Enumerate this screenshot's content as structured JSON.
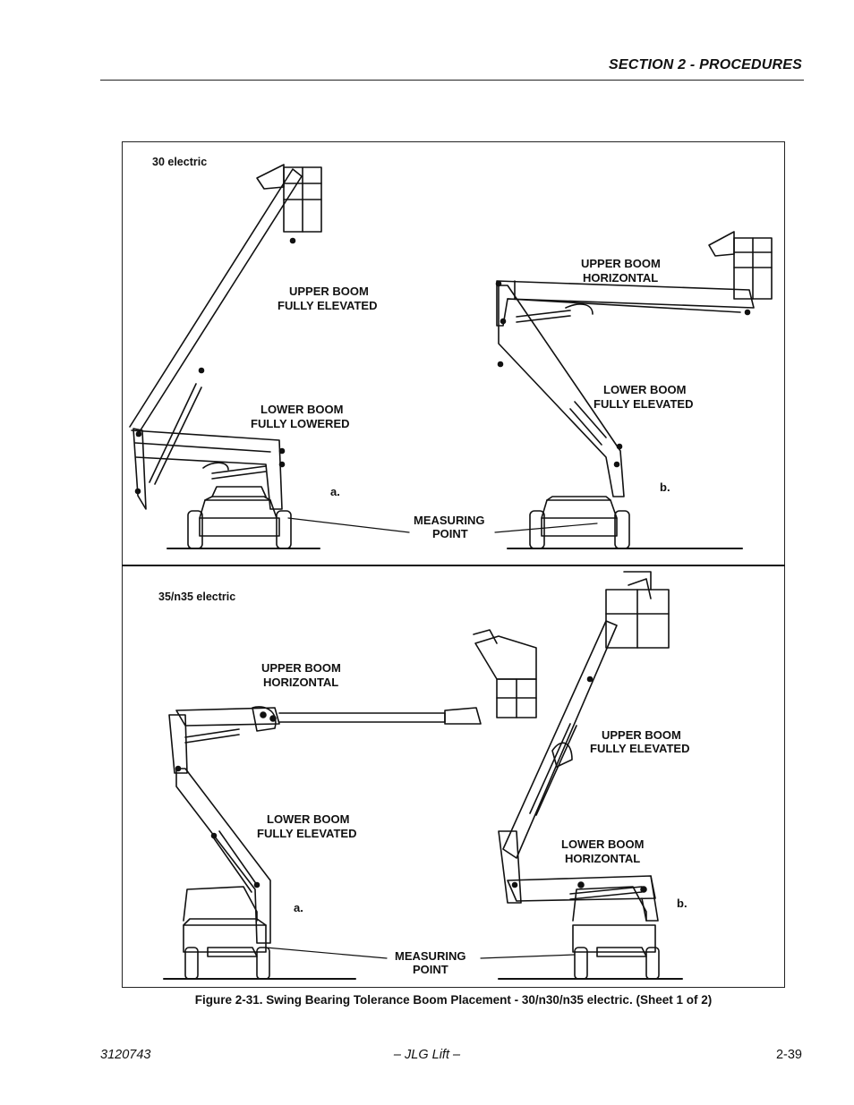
{
  "header": {
    "section_title": "SECTION 2 - PROCEDURES"
  },
  "figure": {
    "top_panel": {
      "title": "30 electric",
      "diagram_a": {
        "upper_label": [
          "UPPER BOOM",
          "FULLY ELEVATED"
        ],
        "lower_label": [
          "LOWER BOOM",
          "FULLY LOWERED"
        ],
        "letter": "a."
      },
      "diagram_b": {
        "upper_label": [
          "UPPER BOOM",
          "HORIZONTAL"
        ],
        "lower_label": [
          "LOWER BOOM",
          "FULLY ELEVATED"
        ],
        "letter": "b."
      },
      "measuring_point": [
        "MEASURING",
        "POINT"
      ]
    },
    "bottom_panel": {
      "title": "35/n35 electric",
      "diagram_a": {
        "upper_label": [
          "UPPER BOOM",
          "HORIZONTAL"
        ],
        "lower_label": [
          "LOWER BOOM",
          "FULLY ELEVATED"
        ],
        "letter": "a."
      },
      "diagram_b": {
        "upper_label": [
          "UPPER BOOM",
          "FULLY ELEVATED"
        ],
        "lower_label": [
          "LOWER BOOM",
          "HORIZONTAL"
        ],
        "letter": "b."
      },
      "measuring_point": [
        "MEASURING",
        "POINT"
      ]
    }
  },
  "caption": "Figure 2-31.  Swing Bearing Tolerance Boom Placement - 30/n30/n35 electric. (Sheet 1 of 2)",
  "footer": {
    "doc_number": "3120743",
    "company": "– JLG Lift –",
    "page_number": "2-39"
  }
}
